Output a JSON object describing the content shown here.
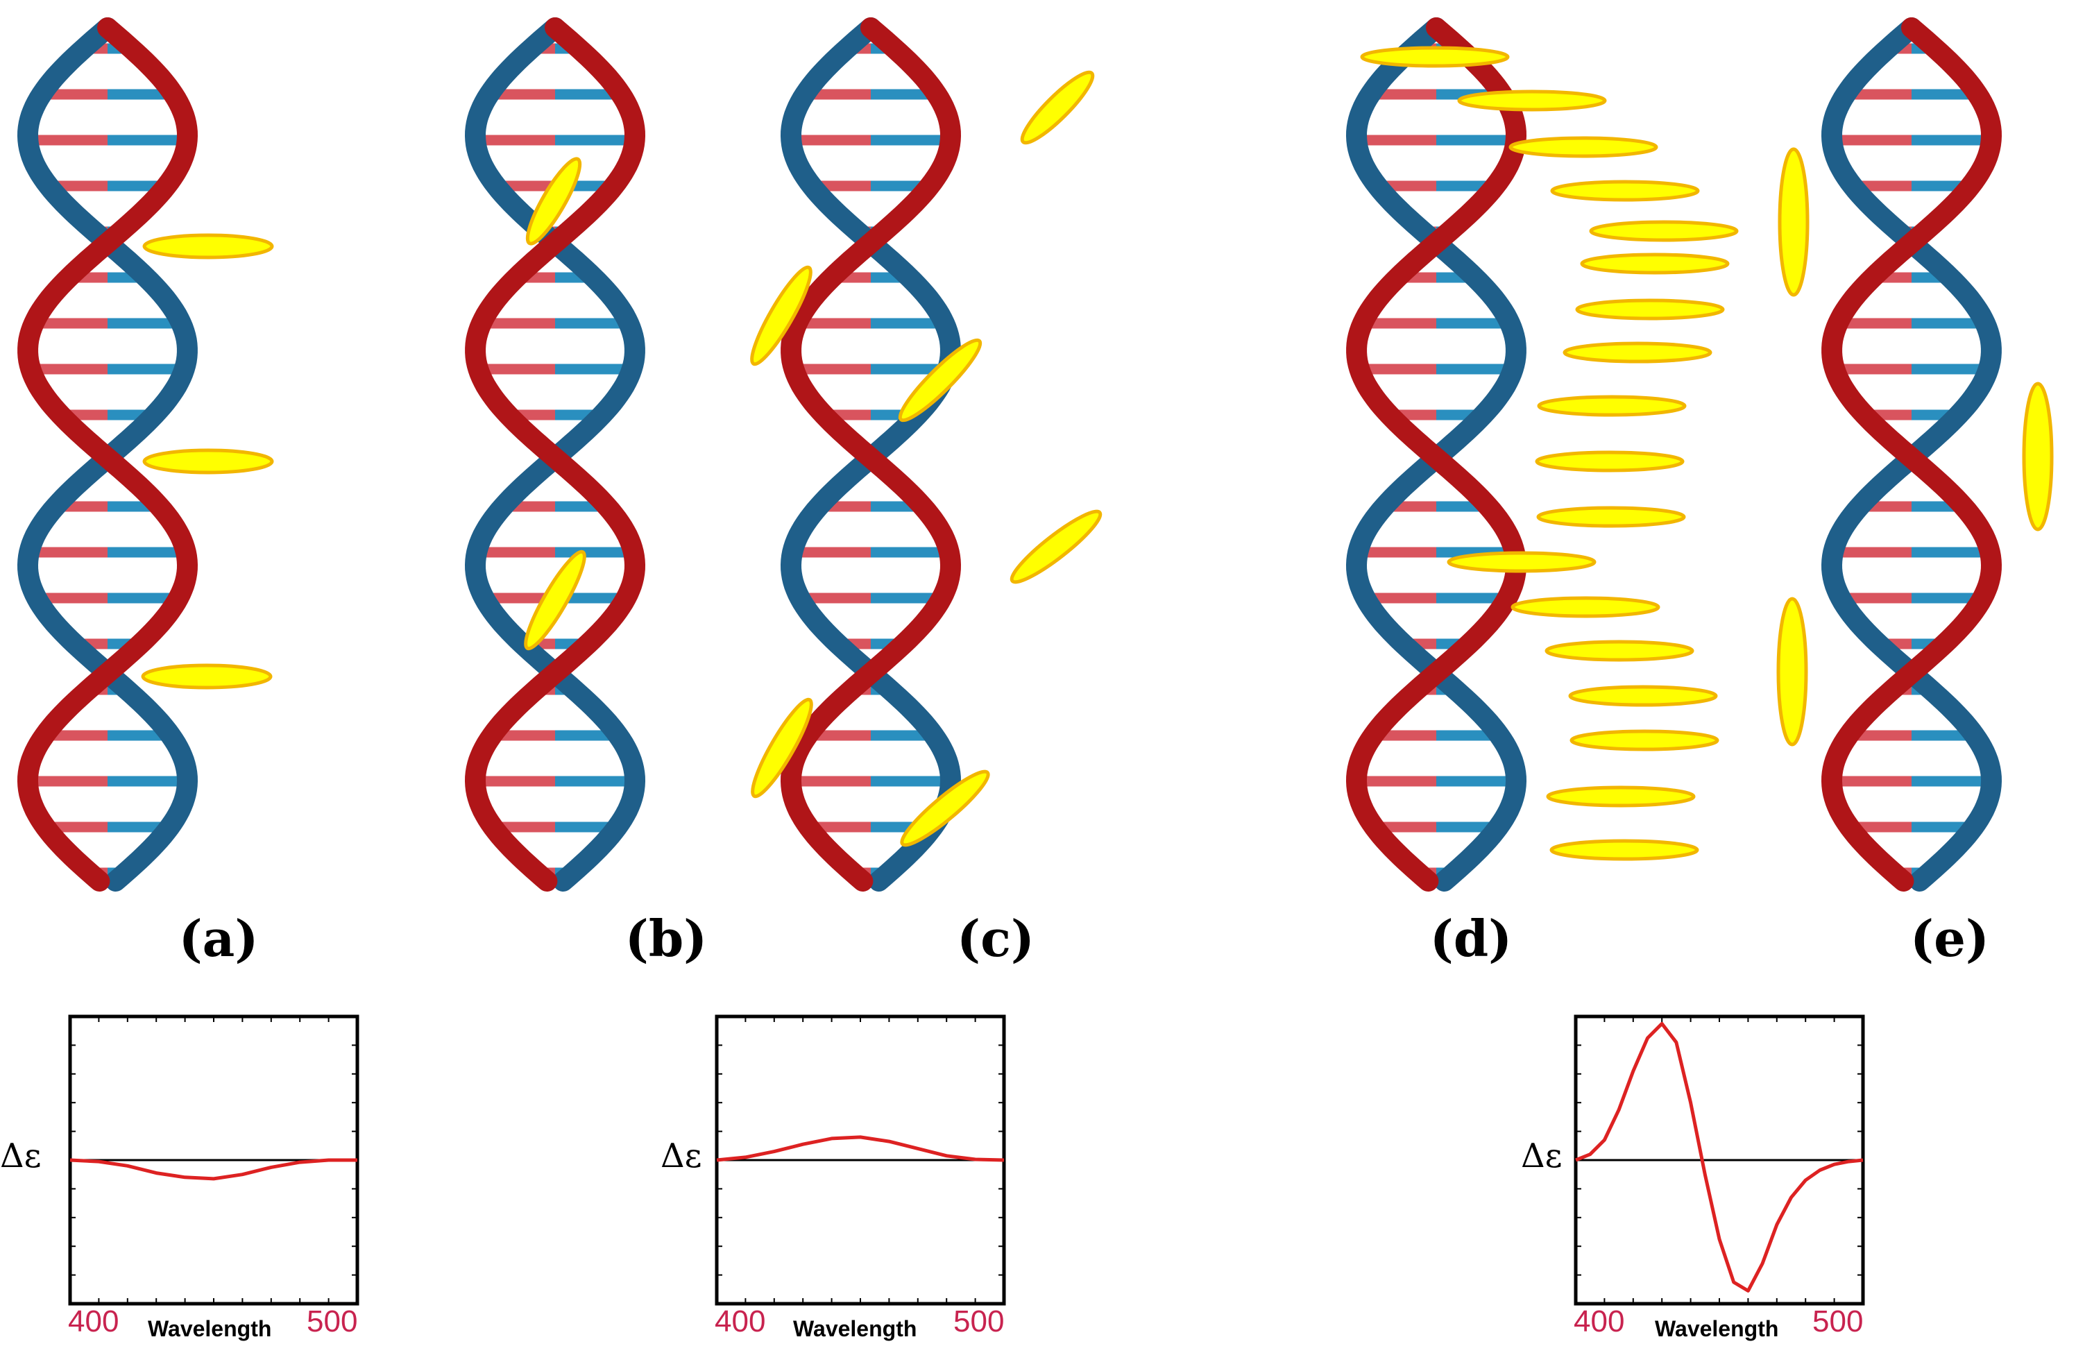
{
  "panels": [
    {
      "label": "(a)",
      "chromophore": "intercalated"
    },
    {
      "label": "(b)",
      "chromophore": "minor-groove"
    },
    {
      "label": "(c)",
      "chromophore": "major-groove"
    },
    {
      "label": "(d)",
      "chromophore": "stacked-aggregate"
    },
    {
      "label": "(e)",
      "chromophore": "external"
    }
  ],
  "colors": {
    "strand_red": "#b01518",
    "strand_blue": "#1f5f8a",
    "base_red": "#d9545e",
    "base_blue": "#2a8fbf",
    "dye_fill": "#ffff00",
    "dye_stroke": "#f2b600",
    "curve": "#dd2222",
    "tick_text": "#c8234f"
  },
  "chart_data": [
    {
      "type": "line",
      "ylabel": "Δε",
      "xlabel": "Wavelength",
      "x_ticks": [
        "400",
        "500"
      ],
      "xlim": [
        400,
        500
      ],
      "ylim": [
        -1,
        1
      ],
      "series": [
        {
          "x": [
            400,
            410,
            420,
            430,
            440,
            450,
            460,
            470,
            480,
            490,
            500
          ],
          "y": [
            0,
            -0.01,
            -0.04,
            -0.09,
            -0.12,
            -0.13,
            -0.1,
            -0.05,
            -0.015,
            0,
            0
          ]
        }
      ]
    },
    {
      "type": "line",
      "ylabel": "Δε",
      "xlabel": "Wavelength",
      "x_ticks": [
        "400",
        "500"
      ],
      "xlim": [
        400,
        500
      ],
      "ylim": [
        -1,
        1
      ],
      "series": [
        {
          "x": [
            400,
            410,
            420,
            430,
            440,
            450,
            460,
            470,
            480,
            490,
            500
          ],
          "y": [
            0,
            0.02,
            0.06,
            0.11,
            0.15,
            0.16,
            0.13,
            0.08,
            0.03,
            0.005,
            0
          ]
        }
      ]
    },
    {
      "type": "line",
      "ylabel": "Δε",
      "xlabel": "Wavelength",
      "x_ticks": [
        "400",
        "500"
      ],
      "xlim": [
        400,
        500
      ],
      "ylim": [
        -1,
        1
      ],
      "series": [
        {
          "x": [
            400,
            405,
            410,
            415,
            420,
            425,
            430,
            435,
            440,
            445,
            450,
            455,
            460,
            465,
            470,
            475,
            480,
            485,
            490,
            495,
            500
          ],
          "y": [
            0,
            0.04,
            0.14,
            0.35,
            0.62,
            0.85,
            0.95,
            0.82,
            0.4,
            -0.1,
            -0.55,
            -0.85,
            -0.91,
            -0.72,
            -0.45,
            -0.26,
            -0.14,
            -0.07,
            -0.03,
            -0.01,
            0
          ]
        }
      ]
    }
  ]
}
